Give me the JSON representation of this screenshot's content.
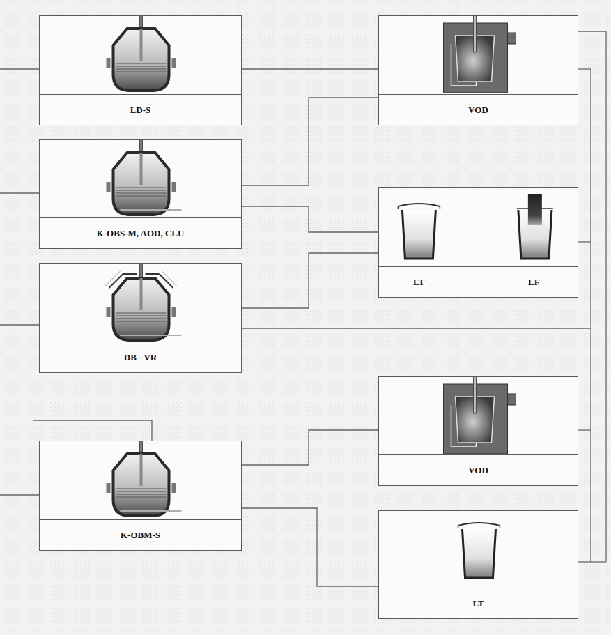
{
  "diagram": {
    "nodes": [
      {
        "text": [
          "LD-S"
        ]
      },
      {
        "text": [
          "VOD"
        ]
      },
      {
        "text": [
          "K-OBS-M, AOD, CLU"
        ]
      },
      {
        "text": [
          "LT",
          "LF"
        ]
      },
      {
        "text": [
          "DB - VR"
        ]
      },
      {
        "text": [
          "VOD"
        ]
      },
      {
        "text": [
          "K-OBM-S"
        ]
      },
      {
        "text": [
          "LT"
        ]
      }
    ],
    "edges": [
      {
        "from": 0,
        "to": 1,
        "arrow": "none"
      },
      {
        "from": 2,
        "to": 1,
        "arrow": "none"
      },
      {
        "from": 2,
        "to": 3,
        "arrow": "none"
      },
      {
        "from": 4,
        "to": 3,
        "arrow": "none"
      },
      {
        "from": 6,
        "to": 5,
        "arrow": "none"
      },
      {
        "from": 6,
        "to": 7,
        "arrow": "none"
      }
    ]
  }
}
